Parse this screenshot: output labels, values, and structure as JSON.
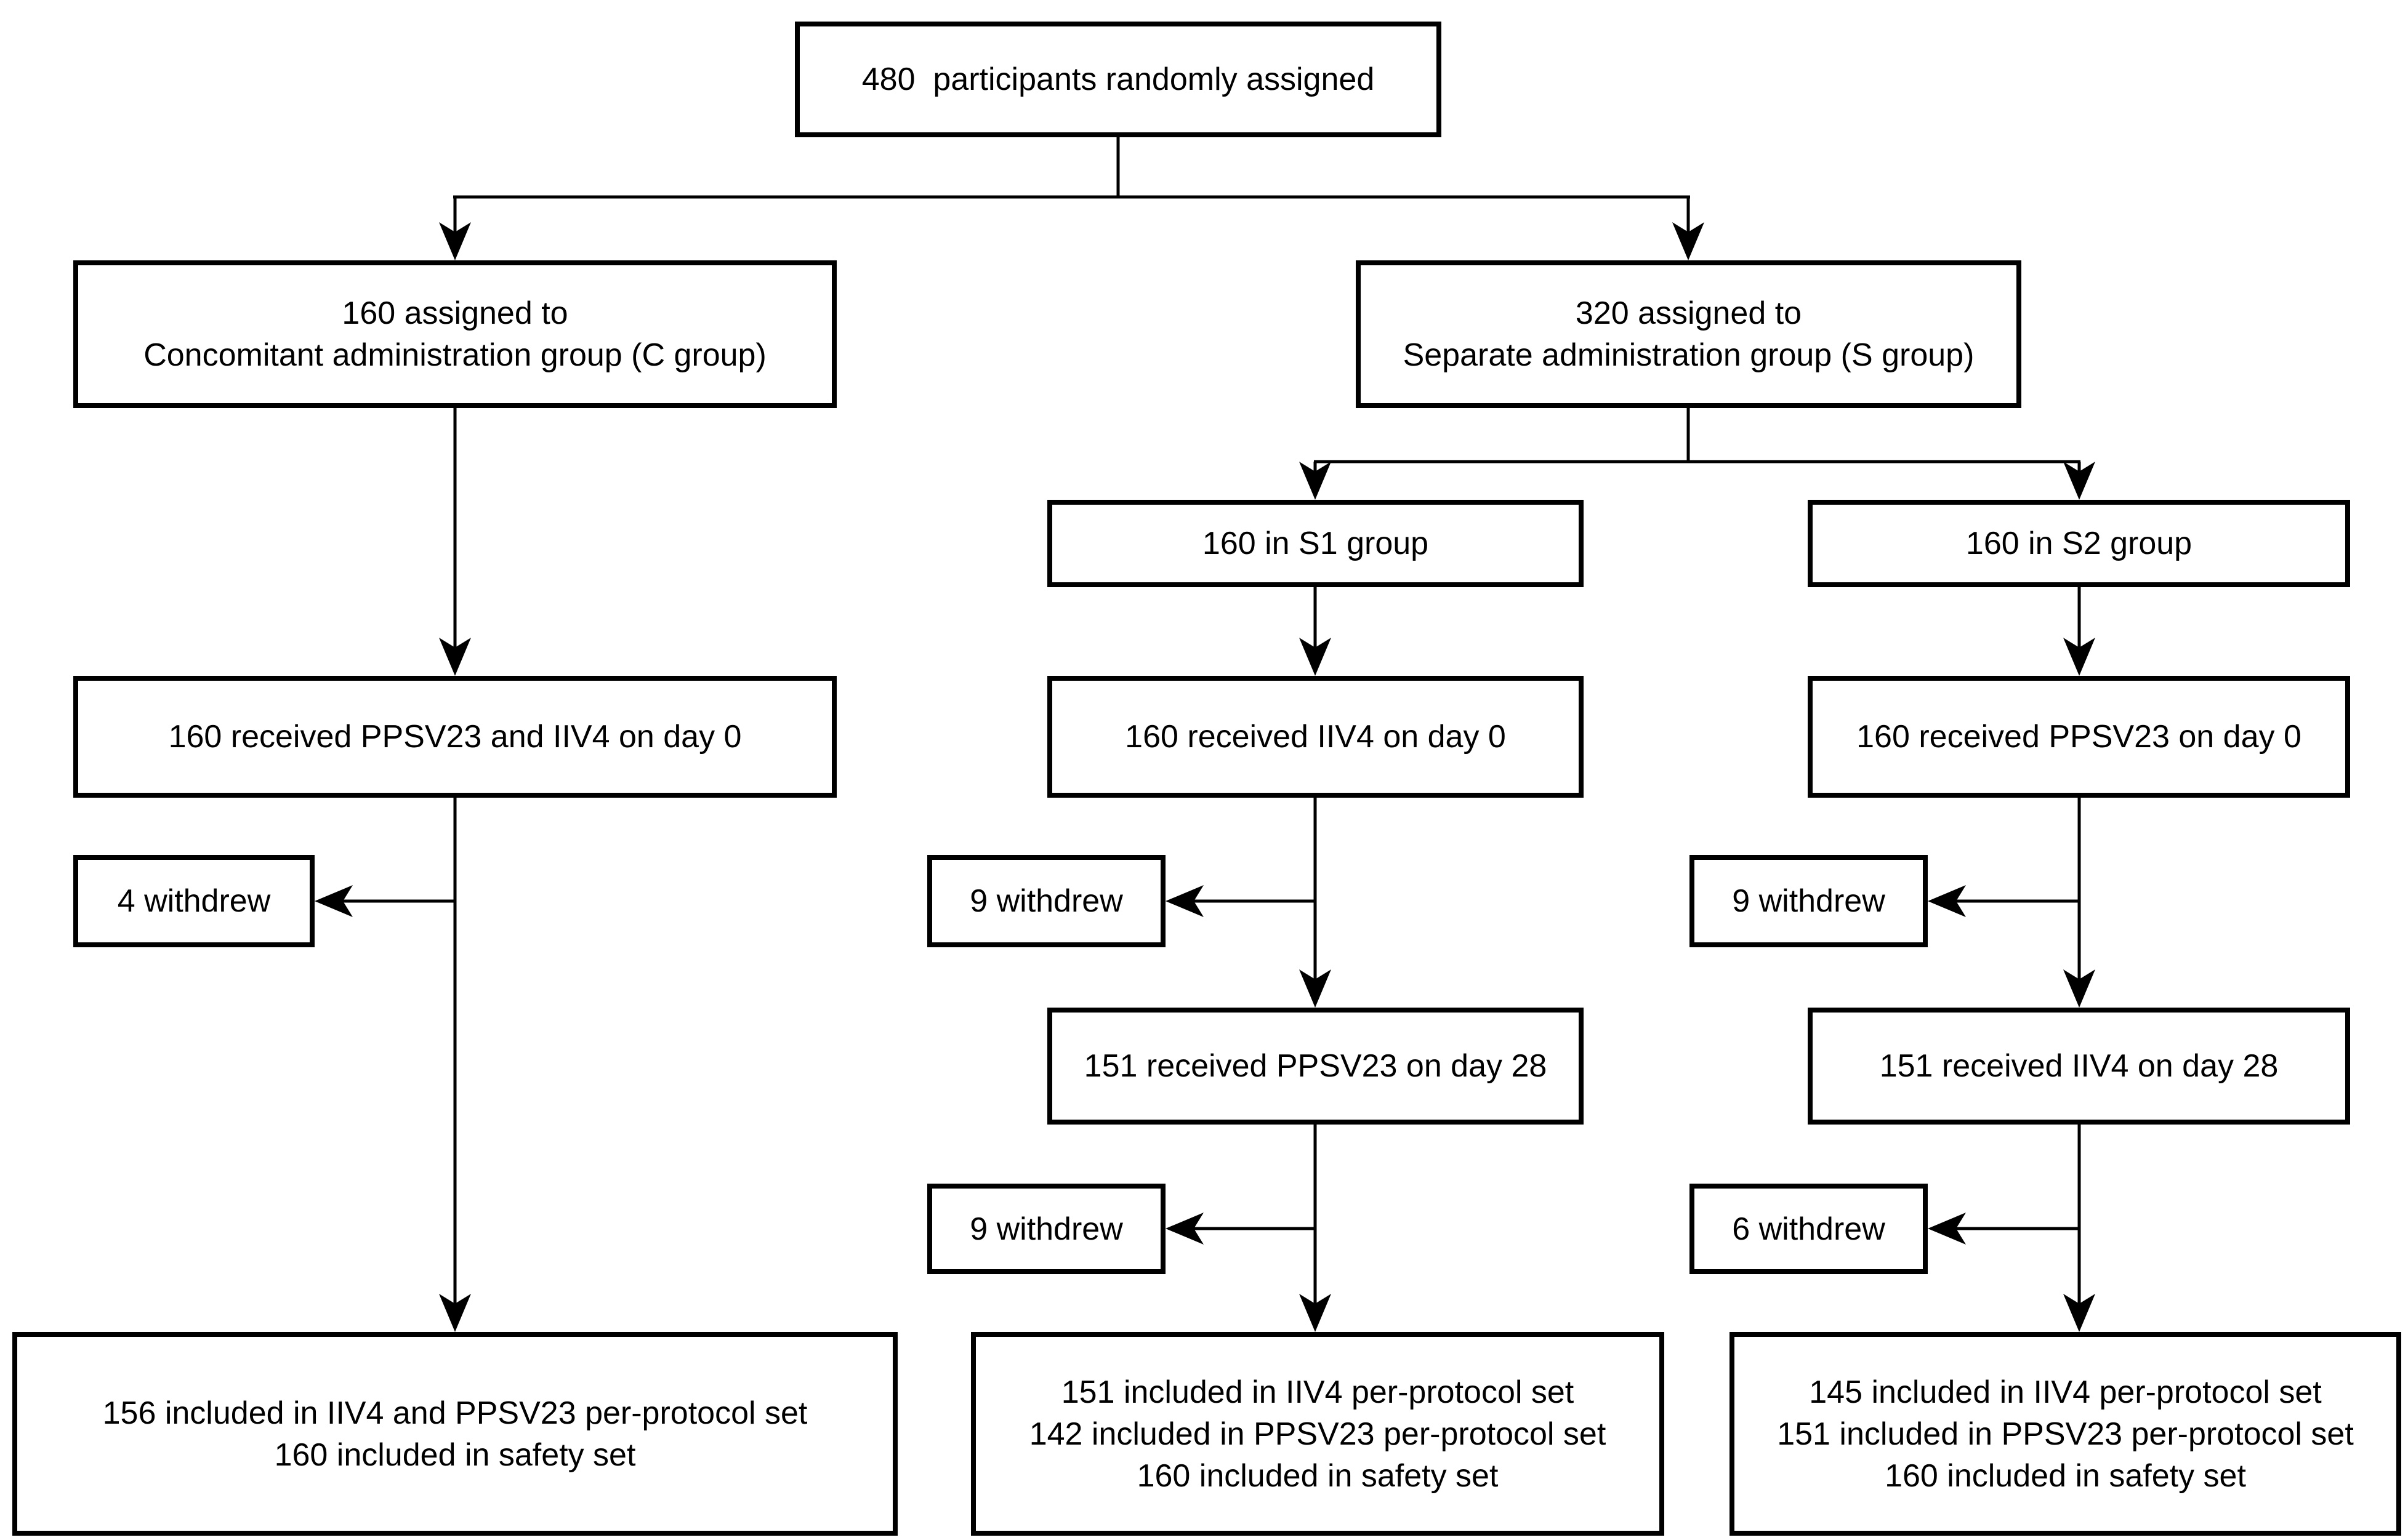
{
  "diagram": {
    "type": "consort-participant-flow",
    "colors": {
      "background": "#ffffff",
      "box_border": "#000000",
      "text": "#000000",
      "connector": "#000000"
    },
    "nodes": {
      "randomized": {
        "lines": [
          "480  participants randomly assigned"
        ]
      },
      "c_assigned": {
        "lines": [
          "160 assigned to",
          "Concomitant administration group (C group)"
        ]
      },
      "s_assigned": {
        "lines": [
          "320 assigned to",
          "Separate administration group (S group)"
        ]
      },
      "s1_group": {
        "lines": [
          "160 in S1 group"
        ]
      },
      "s2_group": {
        "lines": [
          "160 in S2 group"
        ]
      },
      "c_day0": {
        "lines": [
          "160 received PPSV23 and IIV4 on day 0"
        ]
      },
      "s1_day0": {
        "lines": [
          "160 received IIV4 on day 0"
        ]
      },
      "s2_day0": {
        "lines": [
          "160 received PPSV23 on day 0"
        ]
      },
      "c_withdrew": {
        "lines": [
          "4 withdrew"
        ]
      },
      "s1_withdrew1": {
        "lines": [
          "9 withdrew"
        ]
      },
      "s2_withdrew1": {
        "lines": [
          "9 withdrew"
        ]
      },
      "s1_day28": {
        "lines": [
          "151 received PPSV23 on day 28"
        ]
      },
      "s2_day28": {
        "lines": [
          "151 received IIV4 on day 28"
        ]
      },
      "s1_withdrew2": {
        "lines": [
          "9 withdrew"
        ]
      },
      "s2_withdrew2": {
        "lines": [
          "6 withdrew"
        ]
      },
      "c_final": {
        "lines": [
          "156 included in IIV4 and PPSV23 per-protocol set",
          "160 included in safety set"
        ]
      },
      "s1_final": {
        "lines": [
          "151 included in IIV4 per-protocol set",
          "142 included in PPSV23 per-protocol set",
          "160 included in safety set"
        ]
      },
      "s2_final": {
        "lines": [
          "145 included in IIV4 per-protocol set",
          "151 included in PPSV23 per-protocol set",
          "160 included in safety set"
        ]
      }
    }
  }
}
